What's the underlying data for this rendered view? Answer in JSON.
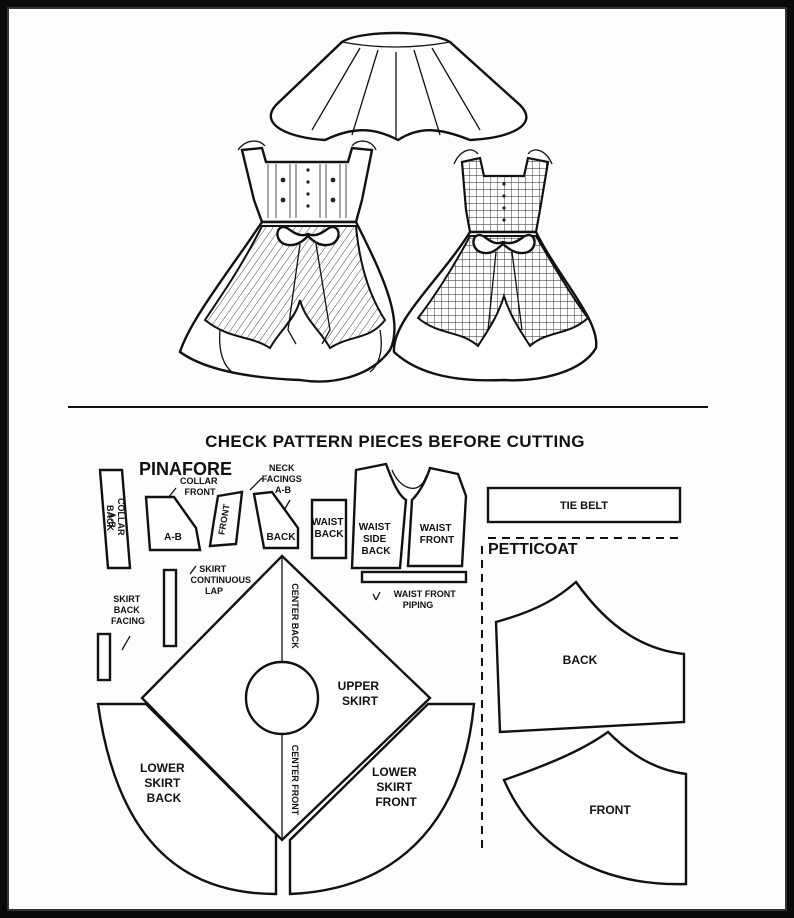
{
  "heading": "CHECK PATTERN PIECES BEFORE CUTTING",
  "sections": {
    "pinafore": "PINAFORE",
    "petticoat": "PETTICOAT"
  },
  "pieces": {
    "collar_back": [
      "COLLAR",
      "BACK",
      "A-B"
    ],
    "collar_front": [
      "COLLAR",
      "FRONT"
    ],
    "ab_piece": "A-B",
    "front_small": "FRONT",
    "neck_facings": [
      "NECK",
      "FACINGS",
      "A-B"
    ],
    "back_small": "BACK",
    "waist_back": [
      "WAIST",
      "BACK"
    ],
    "waist_side_back": [
      "WAIST",
      "SIDE",
      "BACK"
    ],
    "waist_front": [
      "WAIST",
      "FRONT"
    ],
    "tie_belt": "TIE BELT",
    "waist_front_piping": [
      "WAIST FRONT",
      "PIPING"
    ],
    "skirt_continuous_lap": [
      "SKIRT",
      "CONTINUOUS",
      "LAP"
    ],
    "skirt_back_facing": [
      "SKIRT",
      "BACK",
      "FACING"
    ],
    "center_back": "CENTER BACK",
    "center_front": "CENTER FRONT",
    "upper_skirt": [
      "UPPER",
      "SKIRT"
    ],
    "lower_skirt_back": [
      "LOWER",
      "SKIRT",
      "BACK"
    ],
    "lower_skirt_front": [
      "LOWER",
      "SKIRT",
      "FRONT"
    ],
    "petticoat_back": "BACK",
    "petticoat_front": "FRONT"
  }
}
